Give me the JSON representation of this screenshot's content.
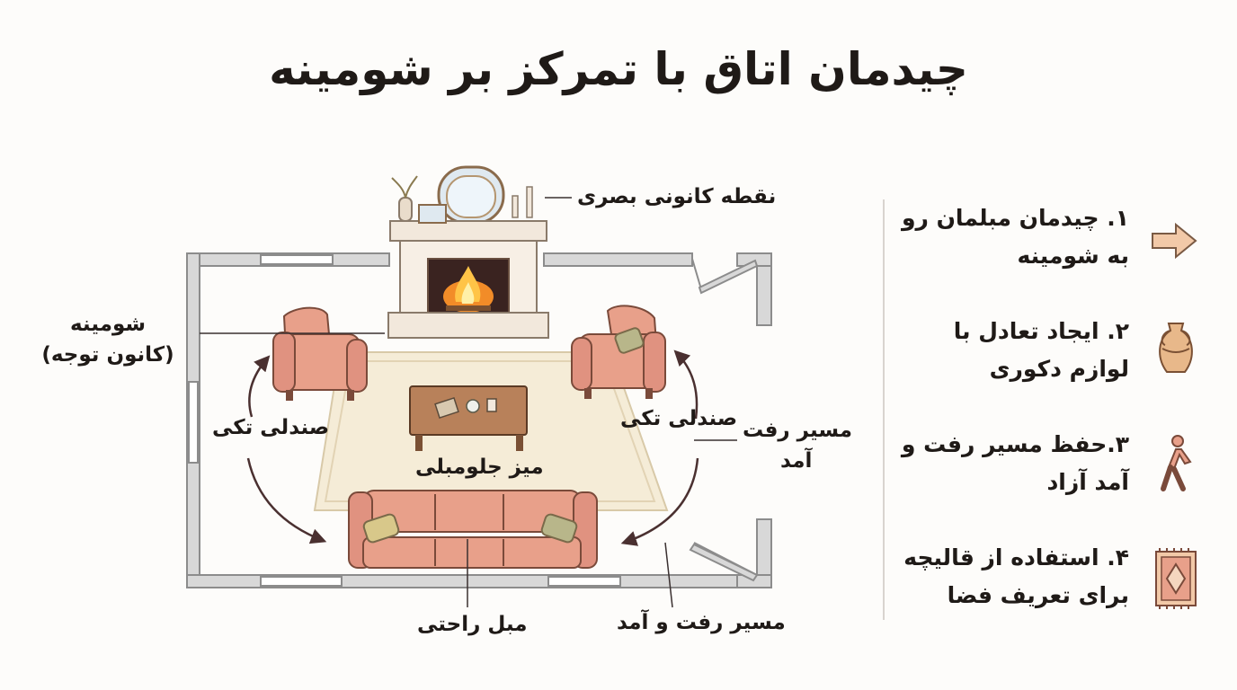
{
  "title": "چیدمان اتاق با تمرکز بر شومینه",
  "labels": {
    "focal_point": "نقطه کانونی بصری",
    "fireplace_1": "شومینه",
    "fireplace_2": "(کانون توجه)",
    "armchair_left": "صندلی تکی",
    "armchair_right": "صندلی تکی",
    "coffee_table": "میز جلومبلی",
    "traffic_right_1": "مسیر رفت",
    "traffic_right_2": "آمد",
    "sofa": "مبل راحتی",
    "traffic_bottom": "مسیر رفت و آمد"
  },
  "legend": [
    {
      "line1": "۱. چیدمان مبلمان رو",
      "line2": "به شومینه",
      "icon": "arrow-right-icon"
    },
    {
      "line1": "۲. ایجاد تعادل با",
      "line2": "لوازم دکوری",
      "icon": "vase-icon"
    },
    {
      "line1": "۳.حفظ مسیر رفت و",
      "line2": "آمد آزاد",
      "icon": "walking-person-icon"
    },
    {
      "line1": "۴. استفاده از قالیچه",
      "line2": "برای تعریف فضا",
      "icon": "rug-icon"
    }
  ],
  "colors": {
    "sofa": "#e8a08a",
    "sofa_dark": "#b86f5c",
    "wall": "#9e9e9e",
    "rug": "#f5ecd7",
    "table": "#b8815a",
    "fire": "#f28c28",
    "mantel": "#f2e8dc"
  }
}
